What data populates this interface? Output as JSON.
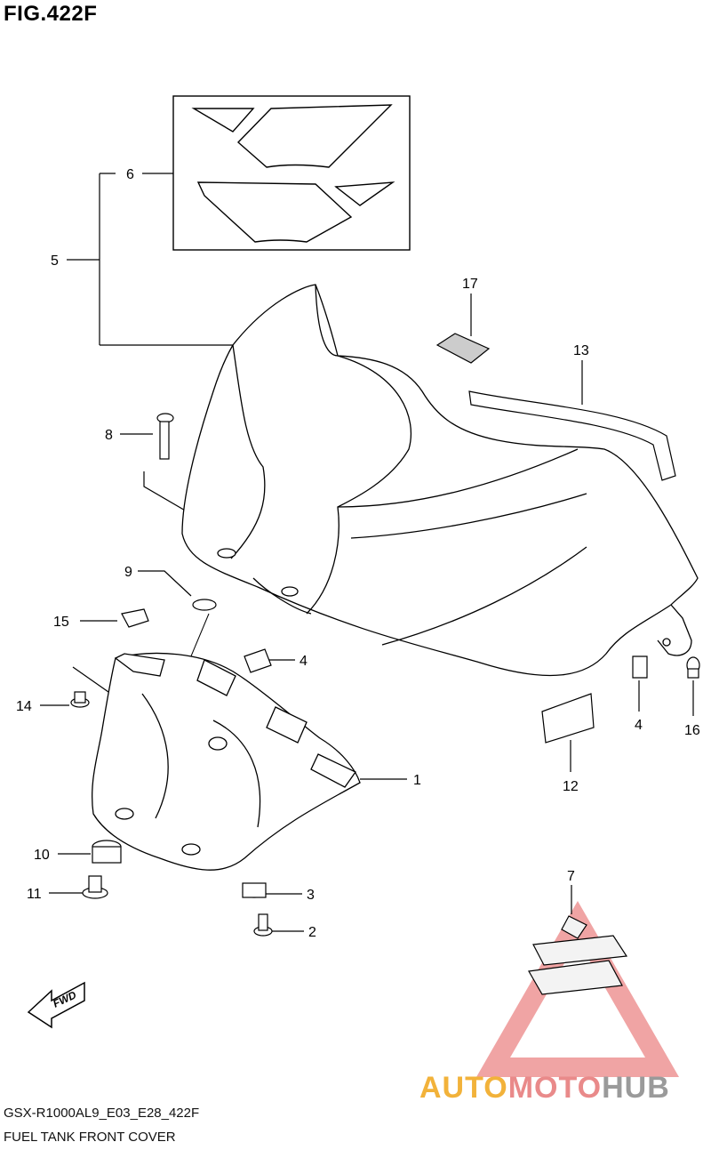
{
  "figure": {
    "title": "FIG.422F"
  },
  "footer": {
    "model_code": "GSX-R1000AL9_E03_E28_422F",
    "caption": "FUEL TANK FRONT COVER"
  },
  "fwd_label": "FWD",
  "watermark": {
    "part_a": "AUTO",
    "part_b": "MOTO",
    "part_c": "HUB"
  },
  "callouts": [
    "1",
    "2",
    "3",
    "4",
    "4",
    "5",
    "6",
    "7",
    "8",
    "9",
    "10",
    "11",
    "12",
    "13",
    "14",
    "15",
    "16",
    "17"
  ]
}
